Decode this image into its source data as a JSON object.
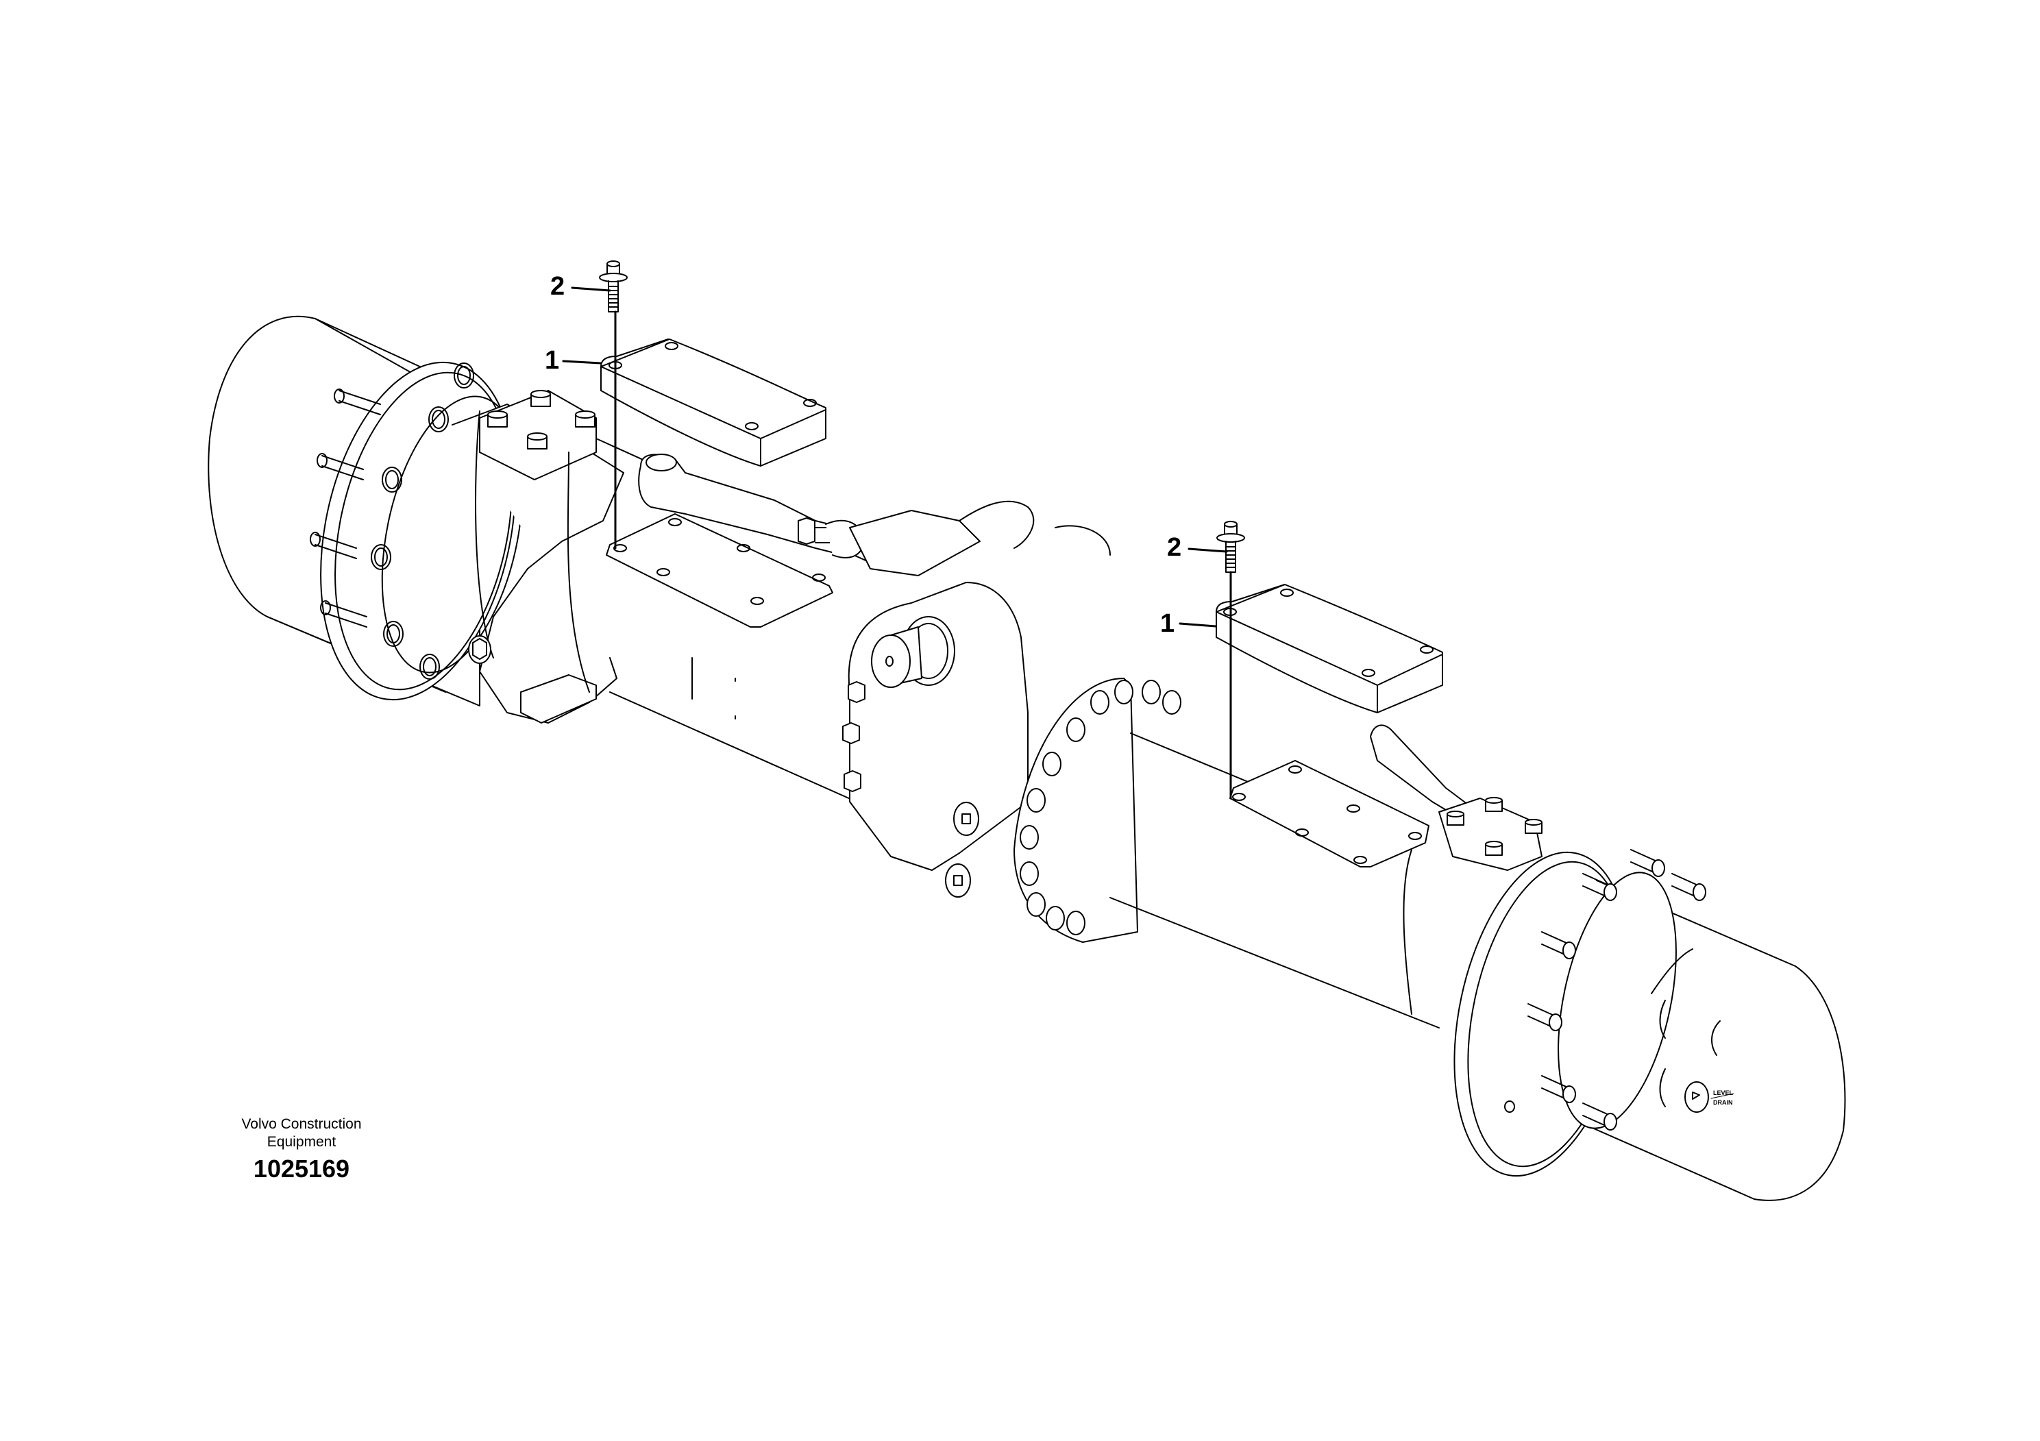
{
  "diagram": {
    "subject": "Axle assembly exploded view",
    "line_color": "#000000",
    "background": "#ffffff",
    "callouts": [
      {
        "id": "left-2",
        "label": "2",
        "part": "Flange bolt"
      },
      {
        "id": "left-1",
        "label": "1",
        "part": "Spacer plate"
      },
      {
        "id": "right-2",
        "label": "2",
        "part": "Flange bolt"
      },
      {
        "id": "right-1",
        "label": "1",
        "part": "Spacer plate"
      }
    ],
    "hub_marking": {
      "line1": "LEVEL",
      "line2": "DRAIN"
    }
  },
  "footer": {
    "brand_line1": "Volvo Construction",
    "brand_line2": "Equipment",
    "figure_number": "1025169"
  }
}
